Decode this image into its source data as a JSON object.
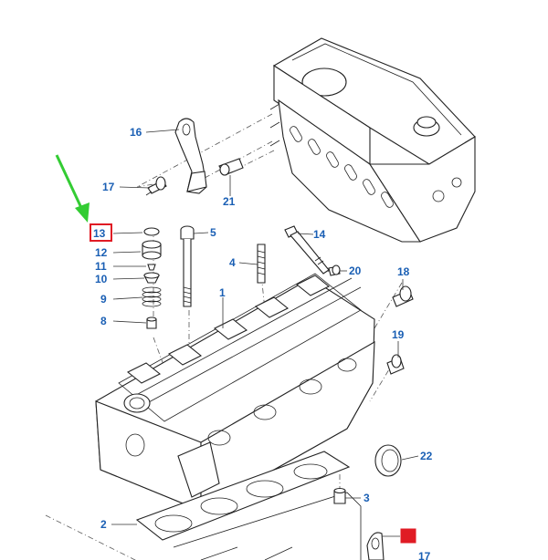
{
  "callouts": {
    "c1": "1",
    "c2": "2",
    "c3": "3",
    "c4": "4",
    "c5": "5",
    "c8": "8",
    "c9": "9",
    "c10": "10",
    "c11": "11",
    "c12": "12",
    "c13": "13",
    "c14": "14",
    "c16": "16",
    "c17a": "17",
    "c17b": "17",
    "c18": "18",
    "c19": "19",
    "c20": "20",
    "c21": "21",
    "c22": "22"
  },
  "colors": {
    "callout": "#1a5fb4",
    "highlight_box": "#e01b24",
    "arrow": "#33cc33",
    "line": "#222222"
  }
}
